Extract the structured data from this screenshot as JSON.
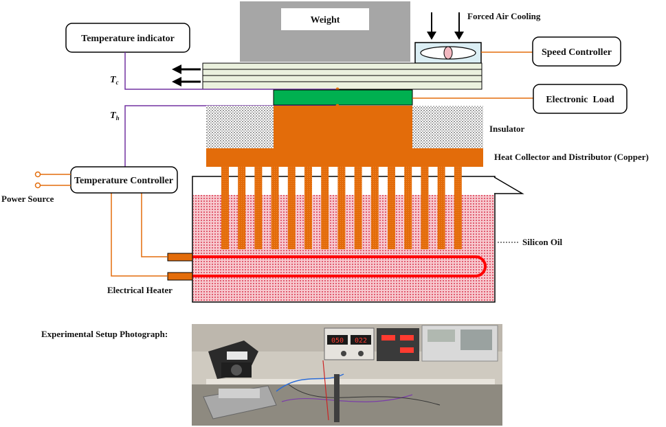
{
  "labels": {
    "weight": "Weight",
    "forced_air_cooling": "Forced Air Cooling",
    "temperature_indicator": "Temperature indicator",
    "speed_controller": "Speed Controller",
    "electronic_load": "Electronic  Load",
    "tc": "T",
    "tc_sub": "c",
    "th": "T",
    "th_sub": "h",
    "insulator": "Insulator",
    "heat_collector": "Heat Collector and Distributor (Copper)",
    "temperature_controller": "Temperature Controller",
    "power_source": "Power Source",
    "silicon_oil": "Silicon Oil",
    "electrical_heater": "Electrical Heater",
    "photo_caption": "Experimental Setup Photograph:"
  },
  "photo_panel": {
    "display_1": "050",
    "display_2": "022"
  },
  "colors": {
    "copper": "#e36c0a",
    "load": "#00b050",
    "oil": "#f4b6be",
    "heater": "#ff0000",
    "wire_purple": "#7030a0",
    "wire_orange": "#e36c0a",
    "weight": "#a6a6a6",
    "heatsink": "#ebf1de"
  }
}
